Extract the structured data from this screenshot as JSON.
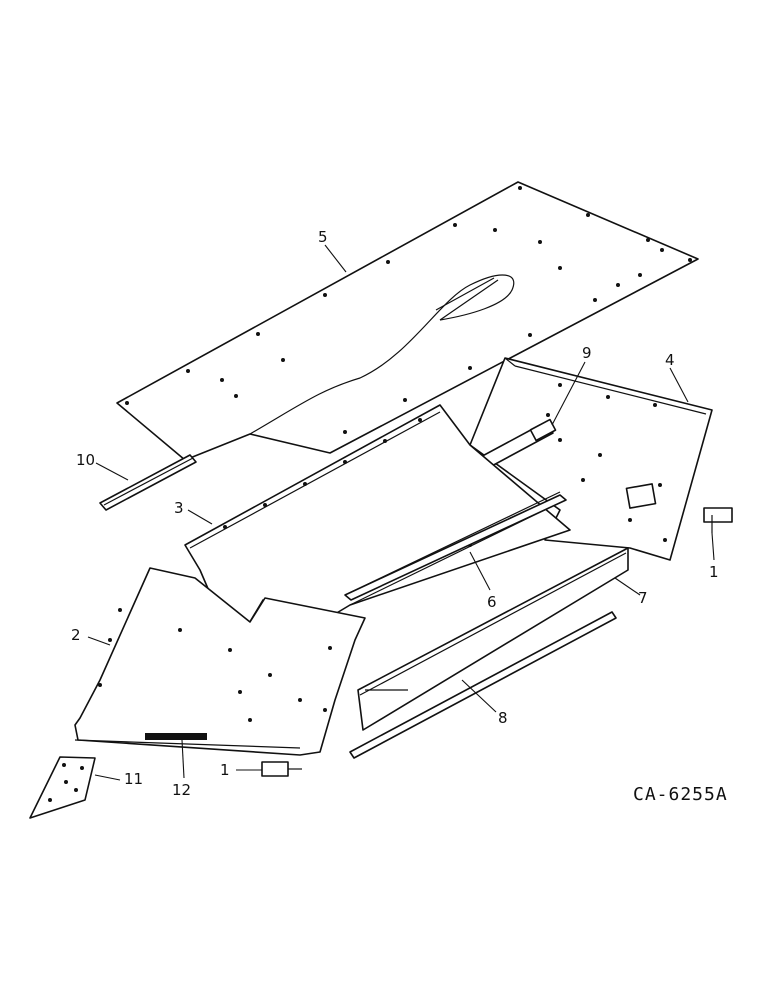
{
  "callouts": {
    "c1a": "1",
    "c1b": "1",
    "c2": "2",
    "c3": "3",
    "c4": "4",
    "c5": "5",
    "c6": "6",
    "c7": "7",
    "c8": "8",
    "c9": "9",
    "c10": "10",
    "c11": "11",
    "c12": "12"
  },
  "drawing_code": "CA-6255A"
}
